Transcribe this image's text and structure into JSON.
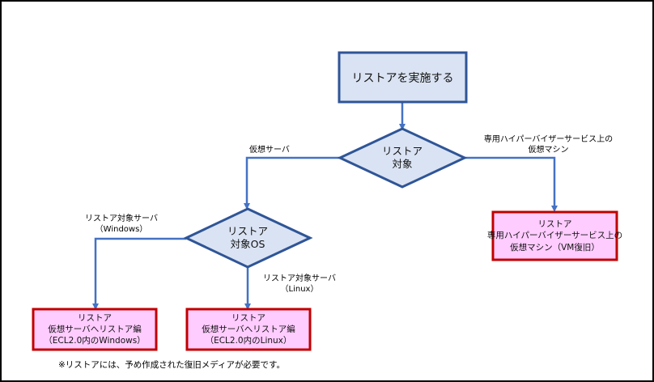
{
  "colors": {
    "process_fill": "#dae3f3",
    "process_stroke": "#2f5597",
    "connector": "#4472c4",
    "result_fill": "#ffccff",
    "result_stroke": "#c00000",
    "frame": "#000000"
  },
  "start": {
    "label": "リストアを実施する"
  },
  "decision_target": {
    "line1": "リストア",
    "line2": "対象"
  },
  "branch_virtual_server": {
    "label": "仮想サーバ"
  },
  "branch_hypervisor": {
    "line1": "専用ハイパーバイザーサービス上の",
    "line2": "仮想マシン"
  },
  "result_vm": {
    "line1": "リストア",
    "line2": "専用ハイパーバイザーサービス上の",
    "line3": "仮想マシン（VM復旧）"
  },
  "decision_os": {
    "line1": "リストア",
    "line2": "対象OS"
  },
  "branch_windows": {
    "line1": "リストア対象サーバ",
    "line2": "（Windows）"
  },
  "branch_linux": {
    "line1": "リストア対象サーバ",
    "line2": "（Linux）"
  },
  "result_windows": {
    "line1": "リストア",
    "line2": "仮想サーバへリストア編",
    "line3": "（ECL2.0内のWindows）"
  },
  "result_linux": {
    "line1": "リストア",
    "line2": "仮想サーバへリストア編",
    "line3": "（ECL2.0内のLinux）"
  },
  "note": {
    "text": "※リストアには、予め作成された復旧メディアが必要です。"
  }
}
